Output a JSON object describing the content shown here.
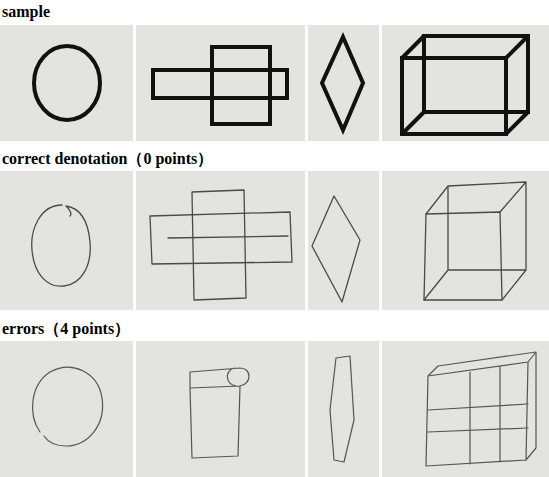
{
  "diagram": {
    "labels": [
      "sample",
      "correct denotation（0 points）",
      "errors（4 points）"
    ]
  }
}
